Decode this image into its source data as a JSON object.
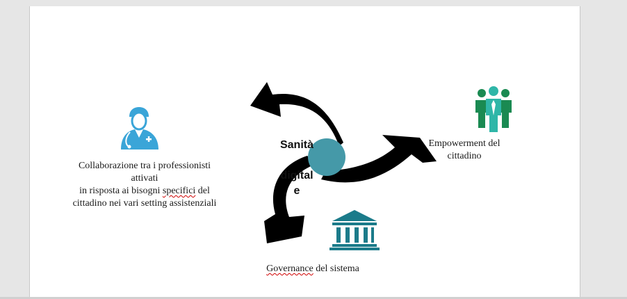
{
  "document": {
    "center_title": "Sanità",
    "center_title_line2": "digital",
    "center_title_line3": "e"
  },
  "nodes": {
    "collaboration": {
      "line1": "Collaborazione tra i professionisti",
      "line2": "attivati",
      "line3_pre": "in risposta ai bisogni ",
      "line3_flag": "specifici",
      "line3_post": " del",
      "line4": "cittadino nei vari setting assistenziali",
      "icon": "doctor-icon"
    },
    "empowerment": {
      "line1": "Empowerment del",
      "line2": "cittadino",
      "icon": "people-group-icon"
    },
    "governance": {
      "flag": "Governance",
      "rest": " del sistema",
      "icon": "bank-building-icon"
    }
  },
  "colors": {
    "doctor": "#3aa5d8",
    "people_dark": "#1a8a52",
    "people_light": "#2fb6a8",
    "building": "#1b7b8a",
    "center_circle": "#4599a8",
    "arrows": "#000000",
    "spellcheck": "#d00000"
  }
}
